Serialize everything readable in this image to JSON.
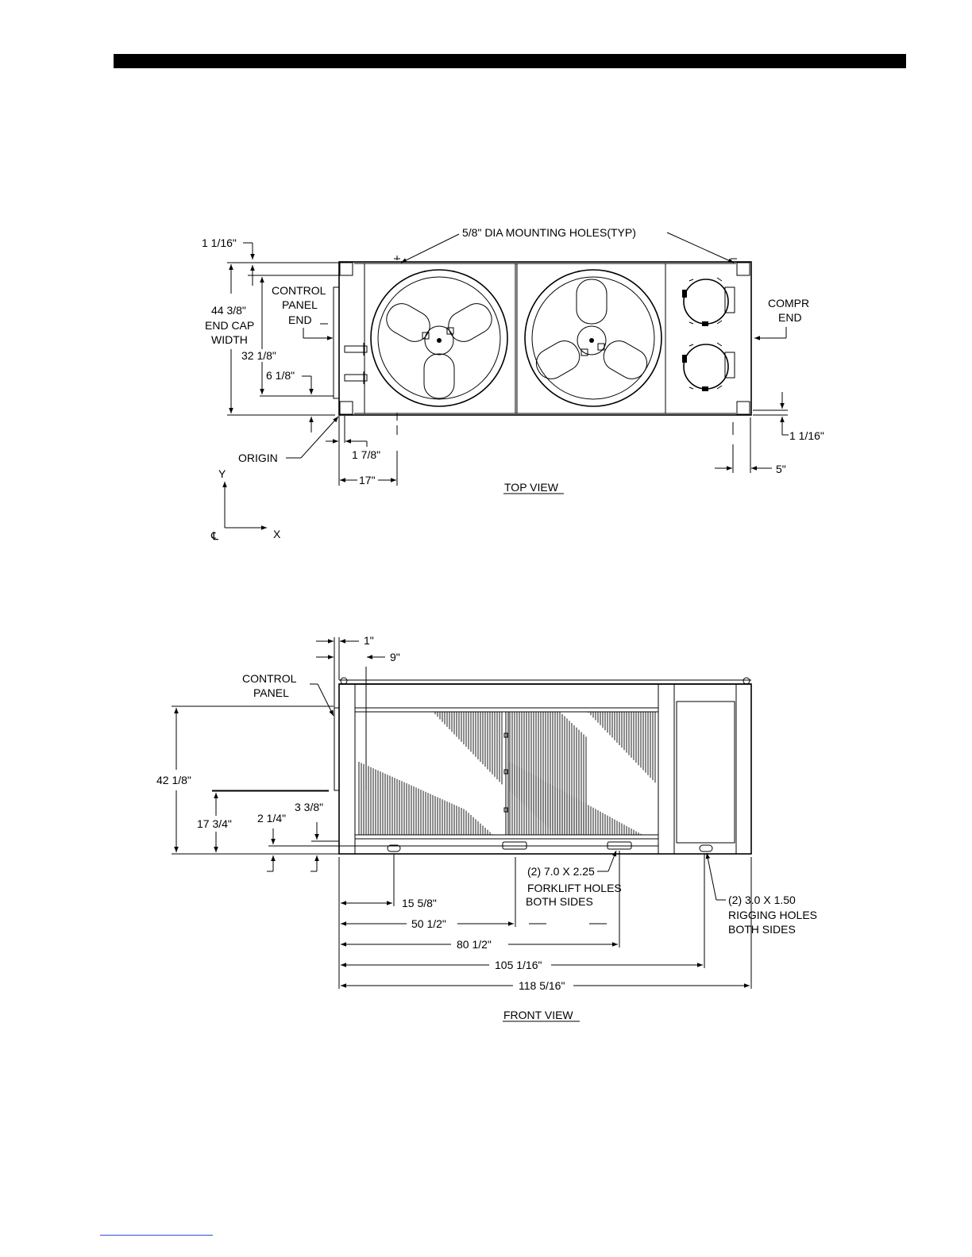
{
  "top_view": {
    "title": "TOP VIEW",
    "mounting_holes": "5/8\" DIA MOUNTING HOLES(TYP)",
    "control_panel_end": [
      "CONTROL",
      "PANEL",
      "END"
    ],
    "compr_end": [
      "COMPR",
      "END"
    ],
    "end_cap_width": [
      "44 3/8\"",
      "END CAP",
      "WIDTH"
    ],
    "dims": {
      "top_offset": "1 1/16\"",
      "y_32": "32 1/8\"",
      "y_6": "6 1/8\"",
      "x_1_7_8": "1 7/8\"",
      "x_17": "17\"",
      "right_offset": "1 1/16\"",
      "x_5": "5\""
    },
    "origin": "ORIGIN",
    "axis_y": "Y",
    "axis_x": "X"
  },
  "front_view": {
    "title": "FRONT VIEW",
    "control_panel": [
      "CONTROL",
      "PANEL"
    ],
    "dims": {
      "top_1": "1\"",
      "top_9": "9\"",
      "h_42": "42 1/8\"",
      "h_17": "17 3/4\"",
      "h_2": "2 1/4\"",
      "h_3": "3 3/8\"",
      "x_15": "15 5/8\"",
      "x_50": "50 1/2\"",
      "x_80": "80 1/2\"",
      "x_105": "105 1/16\"",
      "x_118": "118 5/16\""
    },
    "forklift_note": [
      "(2) 7.0 X 2.25",
      "FORKLIFT HOLES",
      "BOTH SIDES"
    ],
    "rigging_note": [
      "(2) 3.0 X 1.50",
      "RIGGING HOLES",
      "BOTH SIDES"
    ]
  }
}
